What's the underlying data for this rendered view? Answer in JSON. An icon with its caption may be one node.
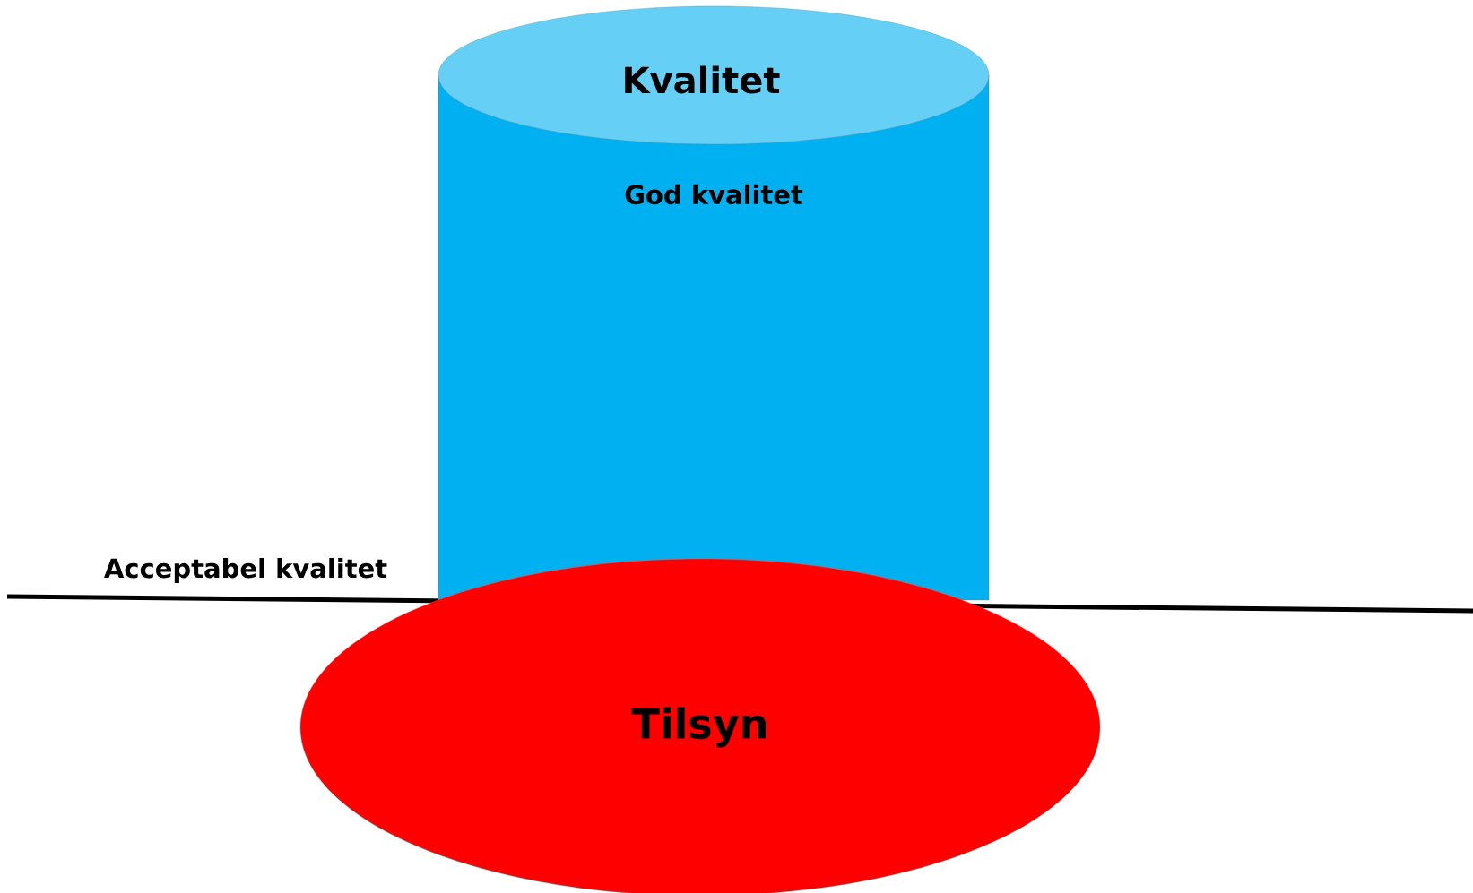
{
  "diagram": {
    "nodes": [
      {
        "text": [
          "Kvalitet",
          "God kvalitet"
        ]
      },
      {
        "text": [
          "Tilsyn"
        ]
      }
    ],
    "labels": [
      "Acceptabel kvalitet"
    ]
  }
}
